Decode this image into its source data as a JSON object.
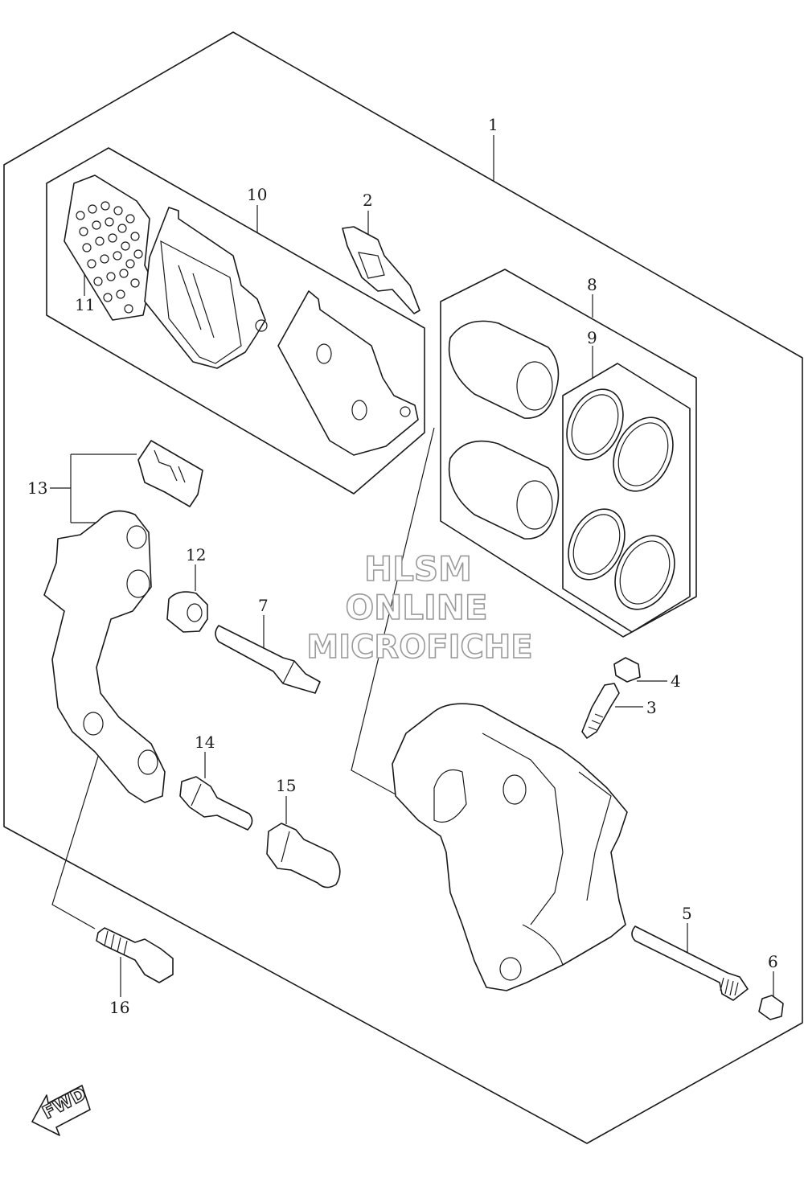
{
  "watermark": {
    "line1": "HLSM",
    "line2": "ONLINE",
    "line3": "MICROFICHE"
  },
  "fwd_label": "FWD",
  "callouts": {
    "c1": "1",
    "c2": "2",
    "c3": "3",
    "c4": "4",
    "c5": "5",
    "c6": "6",
    "c7": "7",
    "c8": "8",
    "c9": "9",
    "c10": "10",
    "c11": "11",
    "c12": "12",
    "c13": "13",
    "c14": "14",
    "c15": "15",
    "c16": "16"
  }
}
